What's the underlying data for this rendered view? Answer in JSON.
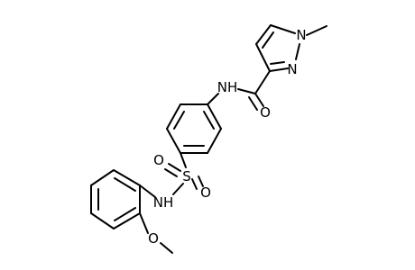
{
  "molecule": {
    "atoms": {
      "amide_nh": "NH",
      "amide_o": "O",
      "pyrazole_n1": "N",
      "pyrazole_n2": "N",
      "sulfonyl_s": "S",
      "sulfonyl_o_top": "O",
      "sulfonyl_o_bottom": "O",
      "sulfonamide_nh": "NH",
      "methoxy_o": "O"
    },
    "colors": {
      "bond": "#000000",
      "label": "#000000",
      "background": "#ffffff"
    }
  }
}
